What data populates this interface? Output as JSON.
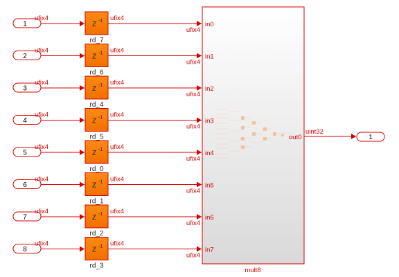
{
  "colors": {
    "signal": "#d40000",
    "block_fill": "#ff7f00",
    "block_border": "#d40000",
    "subsystem_border": "#d40000",
    "port_border": "#d40000"
  },
  "inports": [
    {
      "num": "1",
      "in_type": "ufix4",
      "delay_name": "rd_7",
      "out_type": "ufix4",
      "port": "in0",
      "port_type": "ufix4"
    },
    {
      "num": "2",
      "in_type": "ufix4",
      "delay_name": "rd_6",
      "out_type": "ufix4",
      "port": "in1",
      "port_type": "ufix4"
    },
    {
      "num": "3",
      "in_type": "ufix4",
      "delay_name": "rd_4",
      "out_type": "ufix4",
      "port": "in2",
      "port_type": "ufix4"
    },
    {
      "num": "4",
      "in_type": "ufix4",
      "delay_name": "rd_5",
      "out_type": "ufix4",
      "port": "in3",
      "port_type": "ufix4"
    },
    {
      "num": "5",
      "in_type": "ufix4",
      "delay_name": "rd_0",
      "out_type": "ufix4",
      "port": "in4",
      "port_type": "ufix4"
    },
    {
      "num": "6",
      "in_type": "ufix4",
      "delay_name": "rd_1",
      "out_type": "ufix4",
      "port": "in5",
      "port_type": "ufix4"
    },
    {
      "num": "7",
      "in_type": "ufix4",
      "delay_name": "rd_2",
      "out_type": "ufix4",
      "port": "in6",
      "port_type": "ufix4"
    },
    {
      "num": "8",
      "in_type": "ufix4",
      "delay_name": "rd_3",
      "out_type": "ufix4",
      "port": "in7",
      "port_type": "ufix4"
    }
  ],
  "delay_label": "Z",
  "delay_exp": "-1",
  "subsystem": {
    "name": "mult8",
    "out_port": "out0",
    "out_type": "uint32"
  },
  "outport": {
    "num": "1"
  }
}
